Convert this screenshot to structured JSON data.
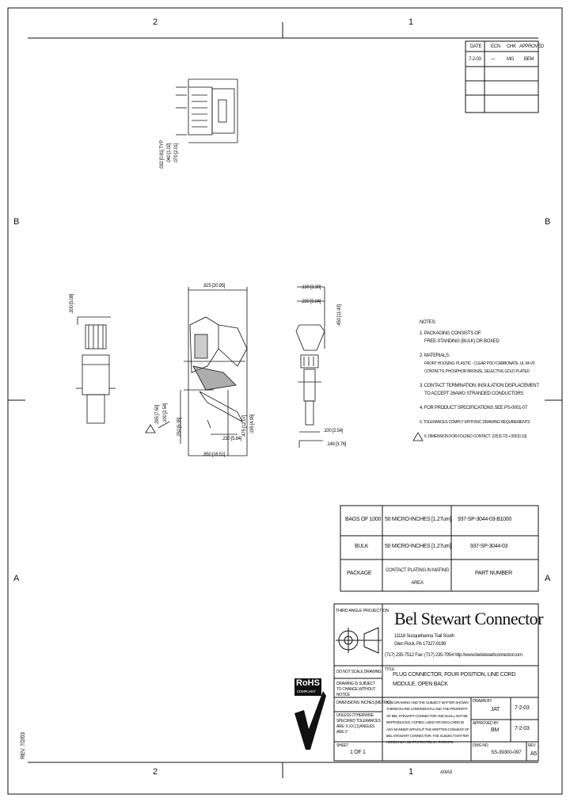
{
  "zones": {
    "top_left": "2",
    "top_right": "1",
    "mid_left_b": "B",
    "mid_right_b": "B",
    "low_left_a": "A",
    "low_right_a": "A",
    "bot_left": "2",
    "bot_right": "1"
  },
  "revision_table": {
    "headers": [
      "DATE",
      "ECN",
      "CHK",
      "APPROVED"
    ],
    "rows": [
      [
        "7-2-03",
        "---",
        "MG",
        "BEM"
      ],
      [
        "",
        "",
        "",
        ""
      ],
      [
        "",
        "",
        "",
        ""
      ],
      [
        "",
        "",
        "",
        ""
      ],
      [
        "",
        "",
        "",
        ""
      ]
    ]
  },
  "top_dims": [
    ".032 [0.81] TYP",
    ".040 [1.02]",
    ".079 [2.01]"
  ],
  "left_view_dims": [
    ".200 [5.08]"
  ],
  "center_dims": [
    ".825 [20.95]",
    ".295 [7.50]",
    ".100 [2.54]",
    ".250 [6.35]",
    ".230 [5.84]",
    ".475 [12.07]",
    ".650 [16.51]",
    ".195 [4.95]"
  ],
  "right_view_dims": [
    ".130 [3.30]",
    ".230 [5.84]",
    ".450 [11.43]",
    ".100 [2.54]",
    ".148 [3.76]"
  ],
  "notes": {
    "title": "NOTES:",
    "lines": [
      "1. PACKAGING CONSISTS OF:",
      "   FREE-STANDING (BULK) OR BOXED",
      "2. MATERIALS:",
      "   FRONT HOUSING: PLASTIC - CLEAR POLYCARBONATE, UL 94-V0",
      "   CONTACTS: PHOSPHOR BRONZE, SELECTIVE GOLD PLATED",
      "3. CONTACT TERMINATION: INSULATION DISPLACEMENT",
      "   TO ACCEPT 26AWG STRANDED CONDUCTORS",
      "4. FOR PRODUCT SPECIFICATIONS SEE PS-0001-07",
      "5. TOLERANCES COMPLY WITH BSC DRAWING REQUIREMENTS",
      "6. DIMENSION FOR FOLDED CONTACT .225 [5.72] +.005 [0.13]"
    ]
  },
  "order_table": {
    "rows": [
      [
        "BAGS OF 1000",
        "50 MICRO-INCHES [1.27um]",
        "937-SP-3044-03-B1000"
      ],
      [
        "BULK",
        "50 MICRO-INCHES [1.27um]",
        "937-SP-3044-03"
      ],
      [
        "PACKAGE",
        "CONTACT PLATING IN MATING AREA",
        "PART NUMBER"
      ]
    ]
  },
  "title_block": {
    "projection": "THIRD ANGLE PROJECTION",
    "company": "Bel Stewart Connector",
    "address_lines": [
      "11118 Susquehanna Trail South",
      "Glen Rock, PA 17327-9199",
      "(717) 235-7512   Fax: (717) 235-7954   http://www.belstewartconnector.com"
    ],
    "do_not_scale": "DO NOT SCALE DRAWING",
    "drawing_subject": "DRAWING IS SUBJECT TO CHANGE WITHOUT NOTICE",
    "dimensions": "DIMENSIONS: INCHES [METRIC]",
    "tolerances": "UNLESS OTHERWISE SPECIFIED TOLERANCES ARE: X.XX [.1] ANGLES ARE 1°",
    "confidential": "THIS DRAWING AND THE SUBJECT MATTER SHOWN THEREON ARE CONFIDENTIAL AND THE PROPERTY OF BEL STEWART CONNECTOR AND SHALL NOT BE REPRODUCED, COPIED, USED OR DISCLOSED IN ANY MANNER WITHOUT THE WRITTEN CONSENT OF BEL STEWART CONNECTOR. THE SUBJECT MATTER HEREIN MAY BE PROTECTED BY PATENTS.",
    "title_label": "TITLE",
    "title": "PLUG CONNECTOR, FOUR POSITION, LINE CORD MODULE, OPEN BACK",
    "sheet_label": "SHEET",
    "sheet": "1 OF 1",
    "drawn_label": "DRAWN BY",
    "drawn_by": "JAT",
    "drawn_date": "7-2-03",
    "approved_label": "APPROVED BY",
    "approved_by": "BM",
    "approved_date": "7-2-03",
    "dwg_label": "DWG NO.",
    "dwg_no": "SS-39300-097",
    "rev_label": "REV",
    "rev": "A5"
  },
  "rohs": {
    "title": "RoHS",
    "sub": "COMPLIANT"
  },
  "side_stamp": "REV. 7/2/03",
  "footer_code": "A0/A3"
}
